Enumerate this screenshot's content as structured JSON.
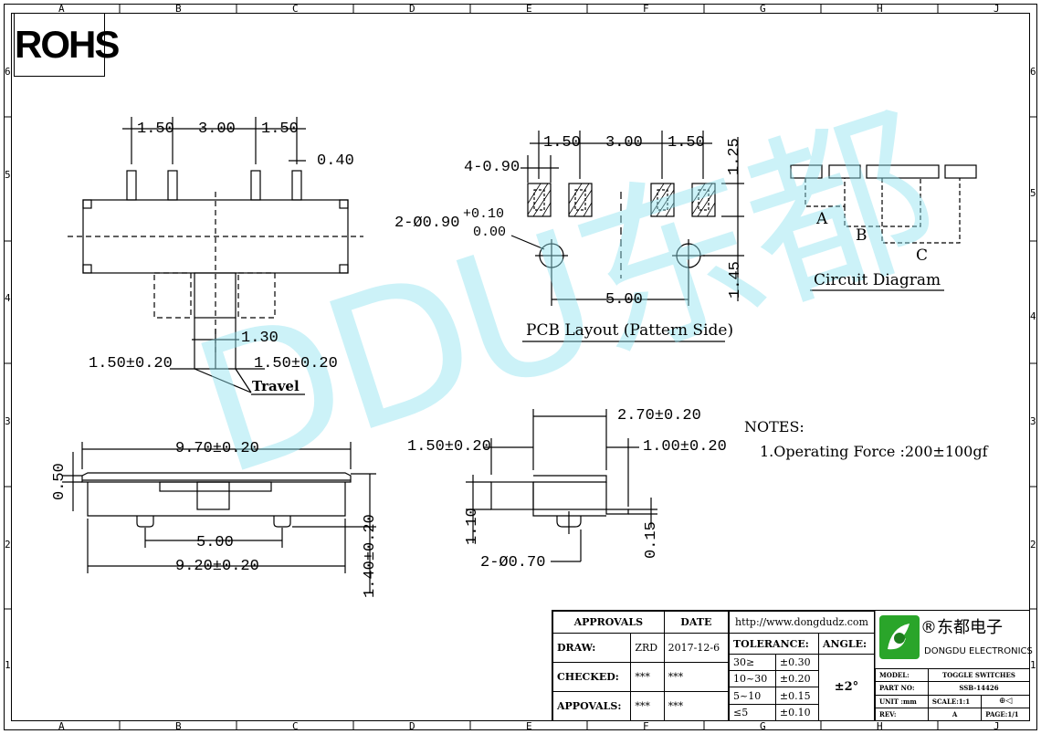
{
  "frame": {
    "columns": [
      "A",
      "B",
      "C",
      "D",
      "E",
      "F",
      "G",
      "H",
      "J"
    ],
    "rows": [
      "6",
      "5",
      "4",
      "3",
      "2",
      "1"
    ]
  },
  "rohs_label": "ROHS",
  "watermark": "DDU东都",
  "top_view": {
    "dims_top": [
      "1.50",
      "3.00",
      "1.50"
    ],
    "pin_width": "0.40",
    "pitch_center": "1.30",
    "travel_left": "1.50±0.20",
    "travel_right": "1.50±0.20",
    "travel_label": "Travel"
  },
  "pcb_layout": {
    "dims_top": [
      "1.50",
      "3.00",
      "1.50"
    ],
    "pad_size": "4-0.90",
    "pad_height": "1.25",
    "hole_label": "2-Ø0.90",
    "hole_tol_upper": "+0.10",
    "hole_tol_lower": "0.00",
    "hole_spacing": "5.00",
    "hole_offset": "1.45",
    "title": "PCB Layout (Pattern Side)"
  },
  "circuit": {
    "labels": [
      "A",
      "B",
      "C"
    ],
    "title": "Circuit Diagram"
  },
  "front_view": {
    "length": "9.70±0.20",
    "height_top": "0.50",
    "peg_spacing": "5.00",
    "base_length": "9.20±0.20",
    "total_height": "1.40±0.20"
  },
  "side_view": {
    "actuator": "2.70±0.20",
    "left": "1.50±0.20",
    "right": "1.00±0.20",
    "body_height": "1.10",
    "thickness": "0.15",
    "peg_dia": "2-Ø0.70"
  },
  "notes": {
    "title": "NOTES:",
    "item1": "1.Operating Force :200±100gf"
  },
  "title_block": {
    "approvals": "APPROVALS",
    "date": "DATE",
    "url": "http://www.dongdudz.com",
    "draw": "DRAW:",
    "draw_by": "ZRD",
    "draw_date": "2017-12-6",
    "checked": "CHECKED:",
    "checked_by": "***",
    "checked_date": "***",
    "appvals": "APPOVALS:",
    "appvals_by": "***",
    "appvals_date": "***",
    "tolerance": "TOLERANCE:",
    "angle": "ANGLE:",
    "angle_val": "±2°",
    "tol_rows": [
      {
        "range": "30≥",
        "tol": "±0.30"
      },
      {
        "range": "10~30",
        "tol": "±0.20"
      },
      {
        "range": "5~10",
        "tol": "±0.15"
      },
      {
        "range": "≤5",
        "tol": "±0.10"
      }
    ],
    "company_cn": "®东都电子",
    "company_en": "DONGDU ELECTRONICS",
    "model_label": "MODEL:",
    "model": "TOGGLE SWITCHES",
    "part_label": "PART NO:",
    "part": "SSB-14426",
    "unit_label": "UNIT :mm",
    "scale": "SCALE:1:1",
    "rev_label": "REV:",
    "rev": "A",
    "page": "PAGE:1/1"
  }
}
